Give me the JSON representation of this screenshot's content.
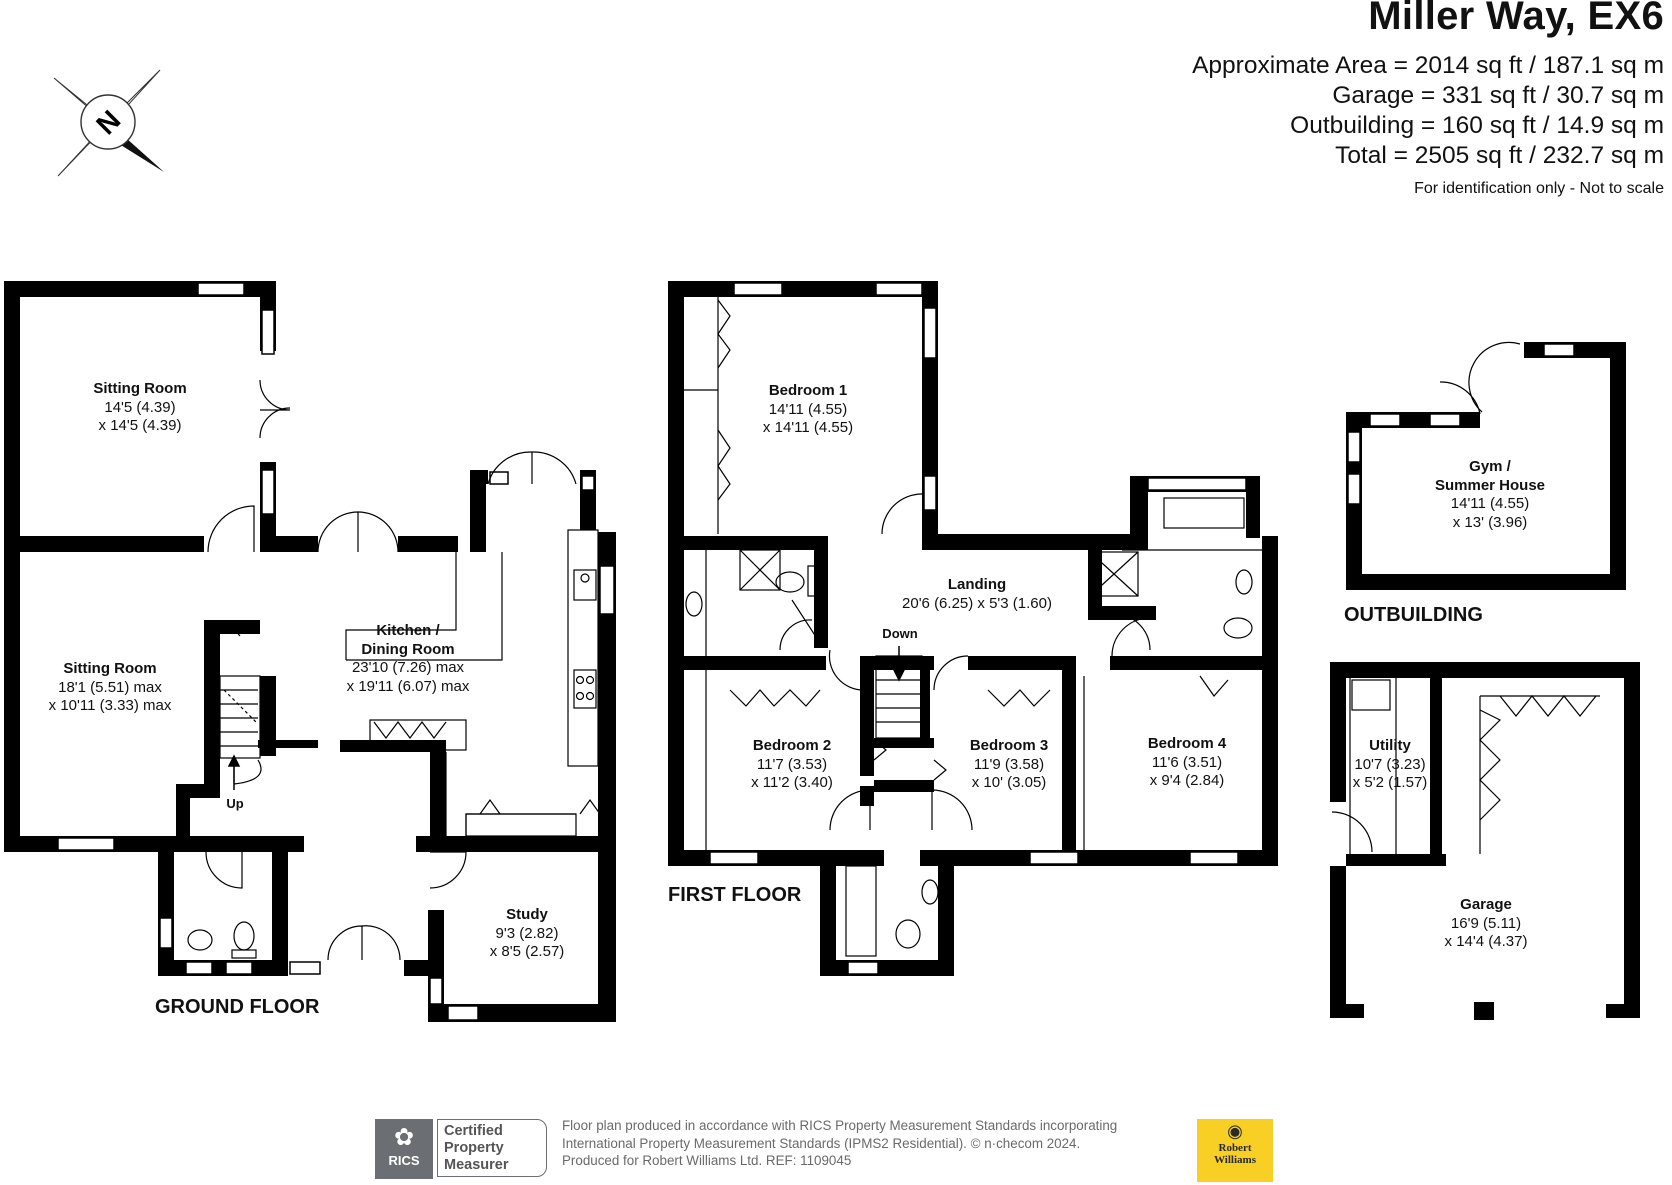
{
  "header": {
    "title": "Miller Way, EX6",
    "areas": [
      "Approximate Area = 2014 sq ft / 187.1 sq m",
      "Garage = 331 sq ft / 30.7 sq m",
      "Outbuilding = 160 sq ft / 14.9 sq m",
      "Total = 2505 sq ft / 232.7 sq m"
    ],
    "note": "For identification only - Not to scale"
  },
  "compass": {
    "letter": "N",
    "icon": "compass-rose-icon"
  },
  "floors": {
    "ground": "GROUND FLOOR",
    "first": "FIRST FLOOR",
    "outbuilding": "OUTBUILDING"
  },
  "rooms": {
    "sitting1": {
      "name": "Sitting Room",
      "d1": "14'5 (4.39)",
      "d2": "x 14'5 (4.39)"
    },
    "sitting2": {
      "name": "Sitting Room",
      "d1": "18'1 (5.51) max",
      "d2": "x 10'11 (3.33) max"
    },
    "kitchen": {
      "name1": "Kitchen /",
      "name2": "Dining Room",
      "d1": "23'10 (7.26) max",
      "d2": "x 19'11 (6.07) max"
    },
    "study": {
      "name": "Study",
      "d1": "9'3 (2.82)",
      "d2": "x 8'5 (2.57)"
    },
    "bedroom1": {
      "name": "Bedroom 1",
      "d1": "14'11 (4.55)",
      "d2": "x 14'11 (4.55)"
    },
    "landing": {
      "name": "Landing",
      "d1": "20'6 (6.25) x 5'3 (1.60)"
    },
    "bedroom2": {
      "name": "Bedroom 2",
      "d1": "11'7 (3.53)",
      "d2": "x 11'2 (3.40)"
    },
    "bedroom3": {
      "name": "Bedroom 3",
      "d1": "11'9 (3.58)",
      "d2": "x 10' (3.05)"
    },
    "bedroom4": {
      "name": "Bedroom 4",
      "d1": "11'6 (3.51)",
      "d2": "x 9'4 (2.84)"
    },
    "gym": {
      "name1": "Gym /",
      "name2": "Summer House",
      "d1": "14'11 (4.55)",
      "d2": "x 13' (3.96)"
    },
    "utility": {
      "name": "Utility",
      "d1": "10'7 (3.23)",
      "d2": "x 5'2 (1.57)"
    },
    "garage": {
      "name": "Garage",
      "d1": "16'9 (5.11)",
      "d2": "x 14'4 (4.37)"
    }
  },
  "stairs": {
    "up": "Up",
    "down": "Down"
  },
  "footer": {
    "line1": "Floor plan produced in accordance with RICS Property Measurement Standards incorporating",
    "line2": "International Property Measurement Standards (IPMS2 Residential).  © n·checom 2024.",
    "line3": "Produced for Robert Williams Ltd.   REF: 1109045",
    "rics_badge": {
      "logo": "RICS",
      "line1": "Certified",
      "line2": "Property",
      "line3": "Measurer"
    },
    "agent_logo": {
      "line1": "Robert",
      "line2": "Williams"
    }
  },
  "colors": {
    "wall": "#000000",
    "fixture": "#333333",
    "logo_gray": "#6b6e72",
    "agent_yellow": "#f7cf25"
  }
}
